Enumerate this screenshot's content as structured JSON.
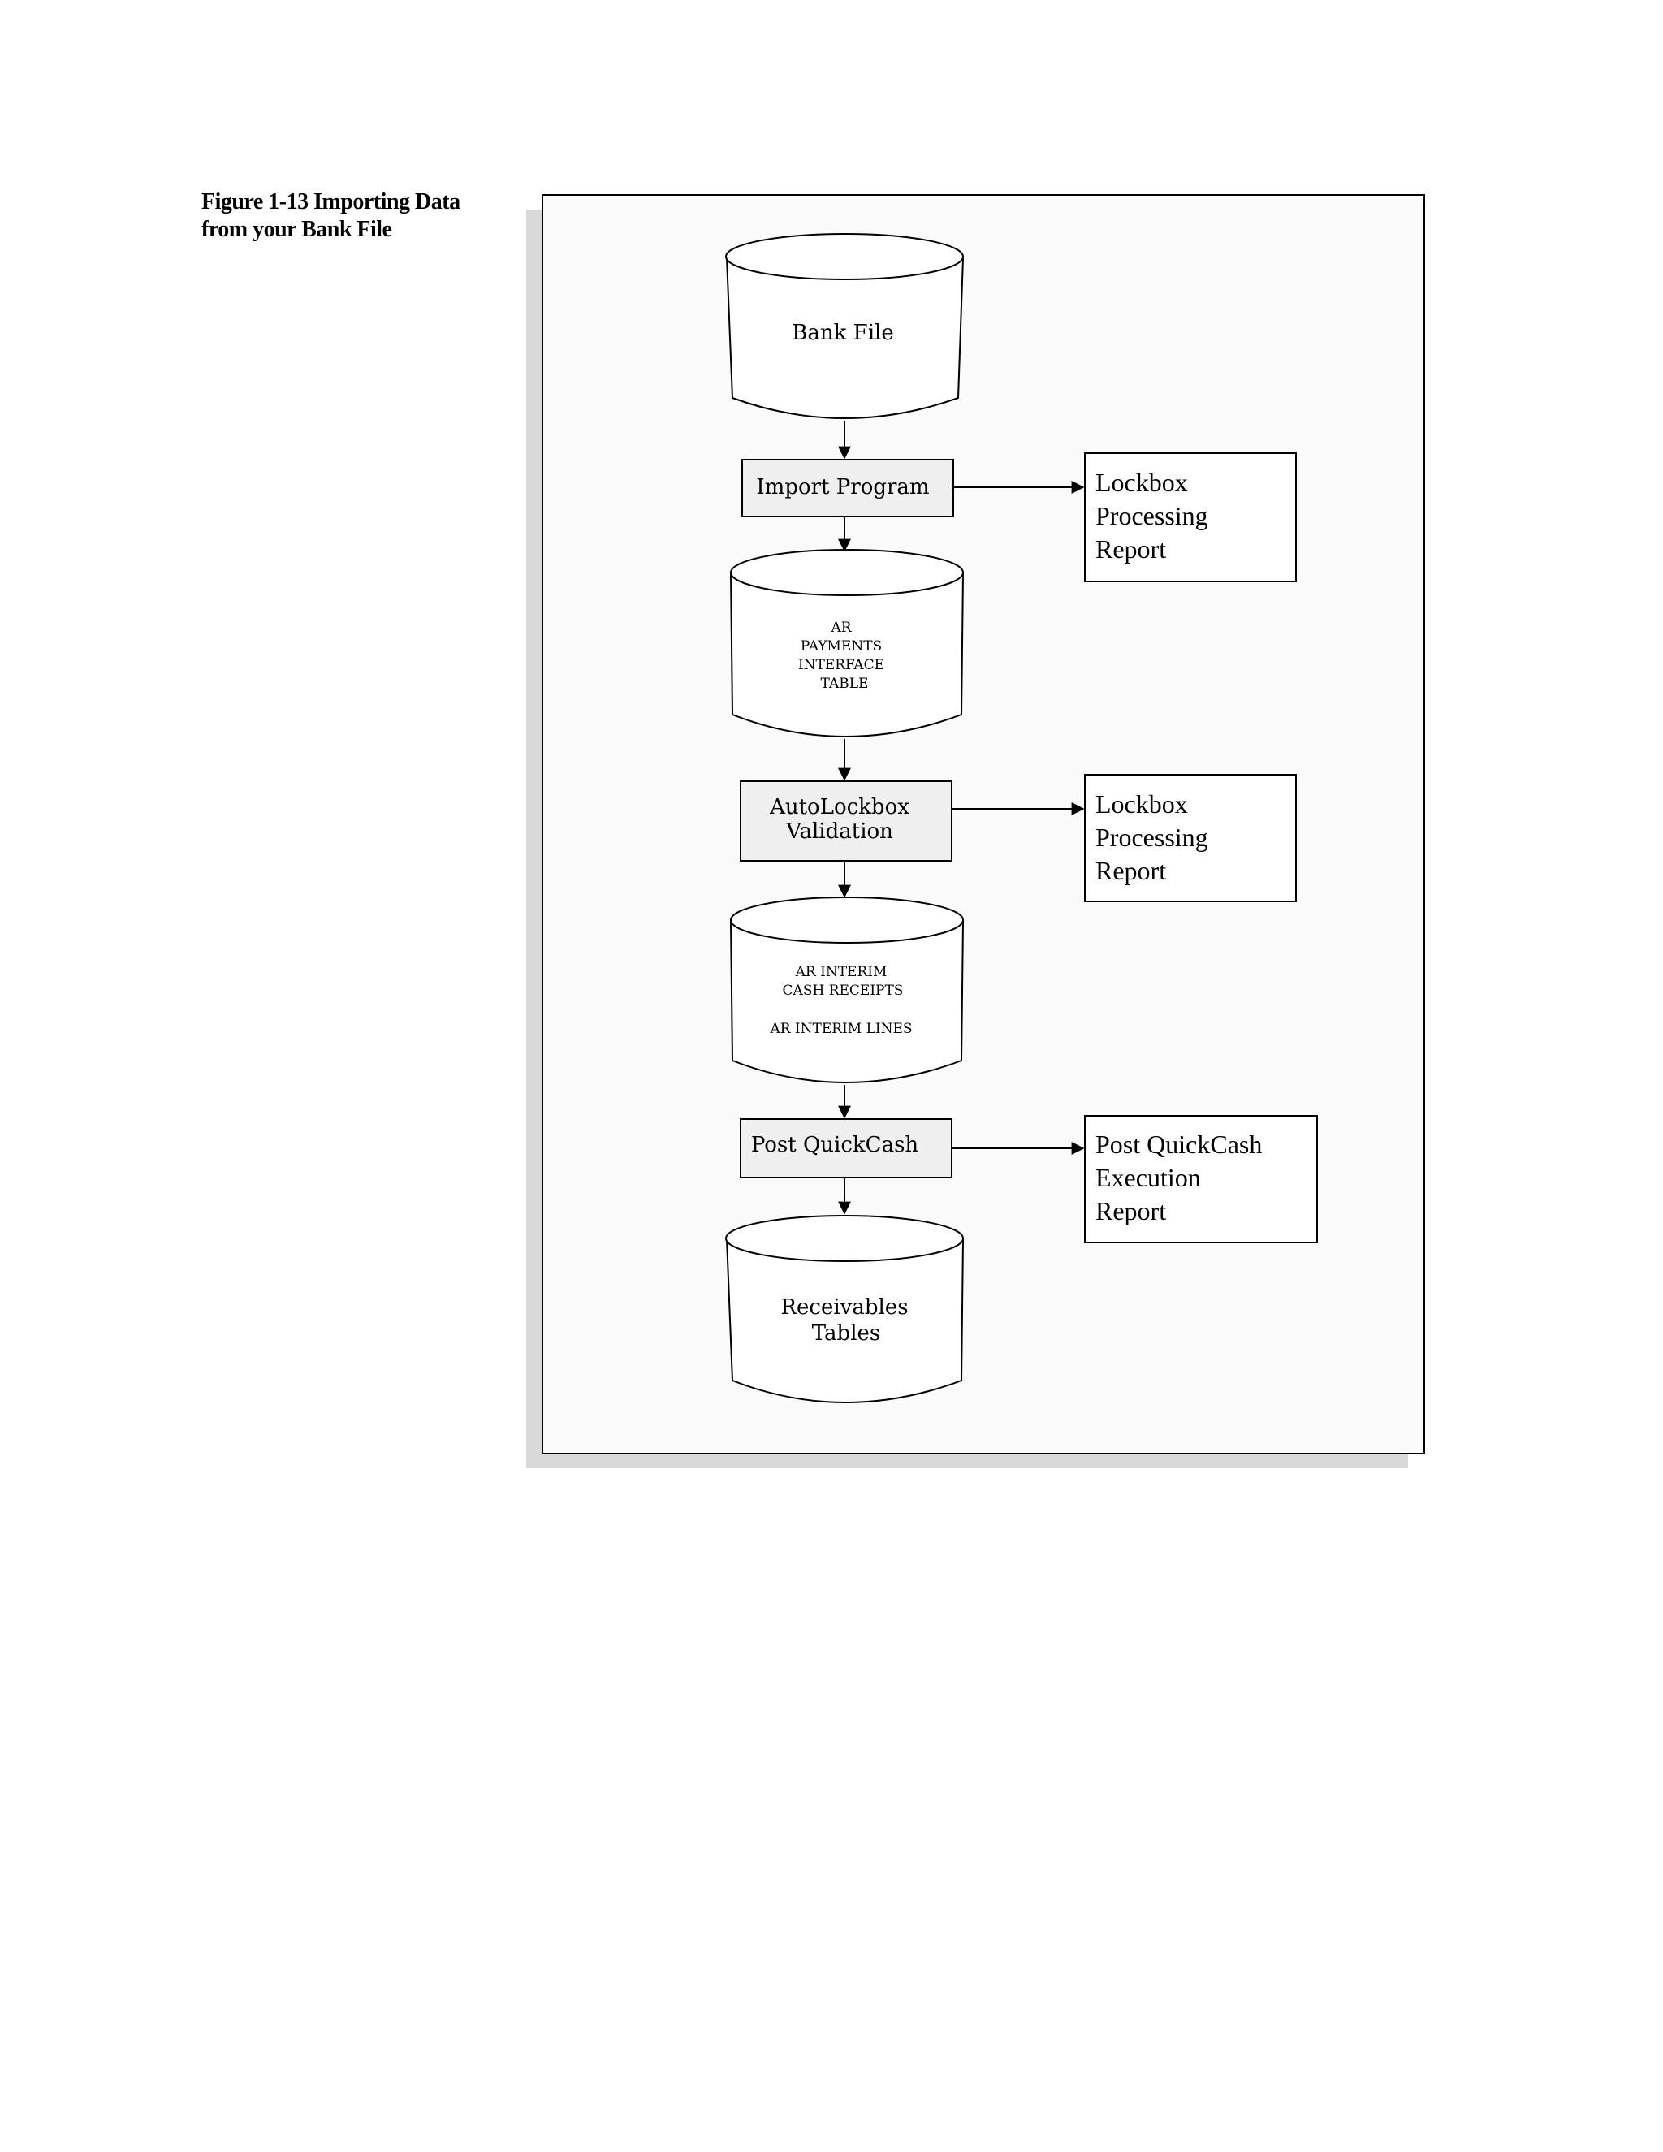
{
  "caption": {
    "line1": "Figure 1-13  Importing Data",
    "line2": "from your Bank File"
  },
  "nodes": {
    "bank_file": "Bank File",
    "import_program": "Import Program",
    "ar_payments_interface": [
      "AR",
      "PAYMENTS",
      "INTERFACE",
      "TABLE"
    ],
    "autolockbox_validation": [
      "AutoLockbox",
      "Validation"
    ],
    "ar_interim": [
      "AR INTERIM",
      "CASH RECEIPTS",
      "",
      "AR INTERIM LINES"
    ],
    "post_quickcash": "Post QuickCash",
    "receivables_tables": [
      "Receivables",
      "Tables"
    ]
  },
  "reports": {
    "lockbox_report_1": [
      "Lockbox",
      "Processing",
      "Report"
    ],
    "lockbox_report_2": [
      "Lockbox",
      "Processing",
      "Report"
    ],
    "quickcash_report": [
      "Post QuickCash",
      "Execution",
      "Report"
    ]
  },
  "colors": {
    "frame_bg": "#fafafa",
    "frame_shadow": "#d9d9d9",
    "process_fill": "#efefef",
    "stroke": "#000000"
  }
}
